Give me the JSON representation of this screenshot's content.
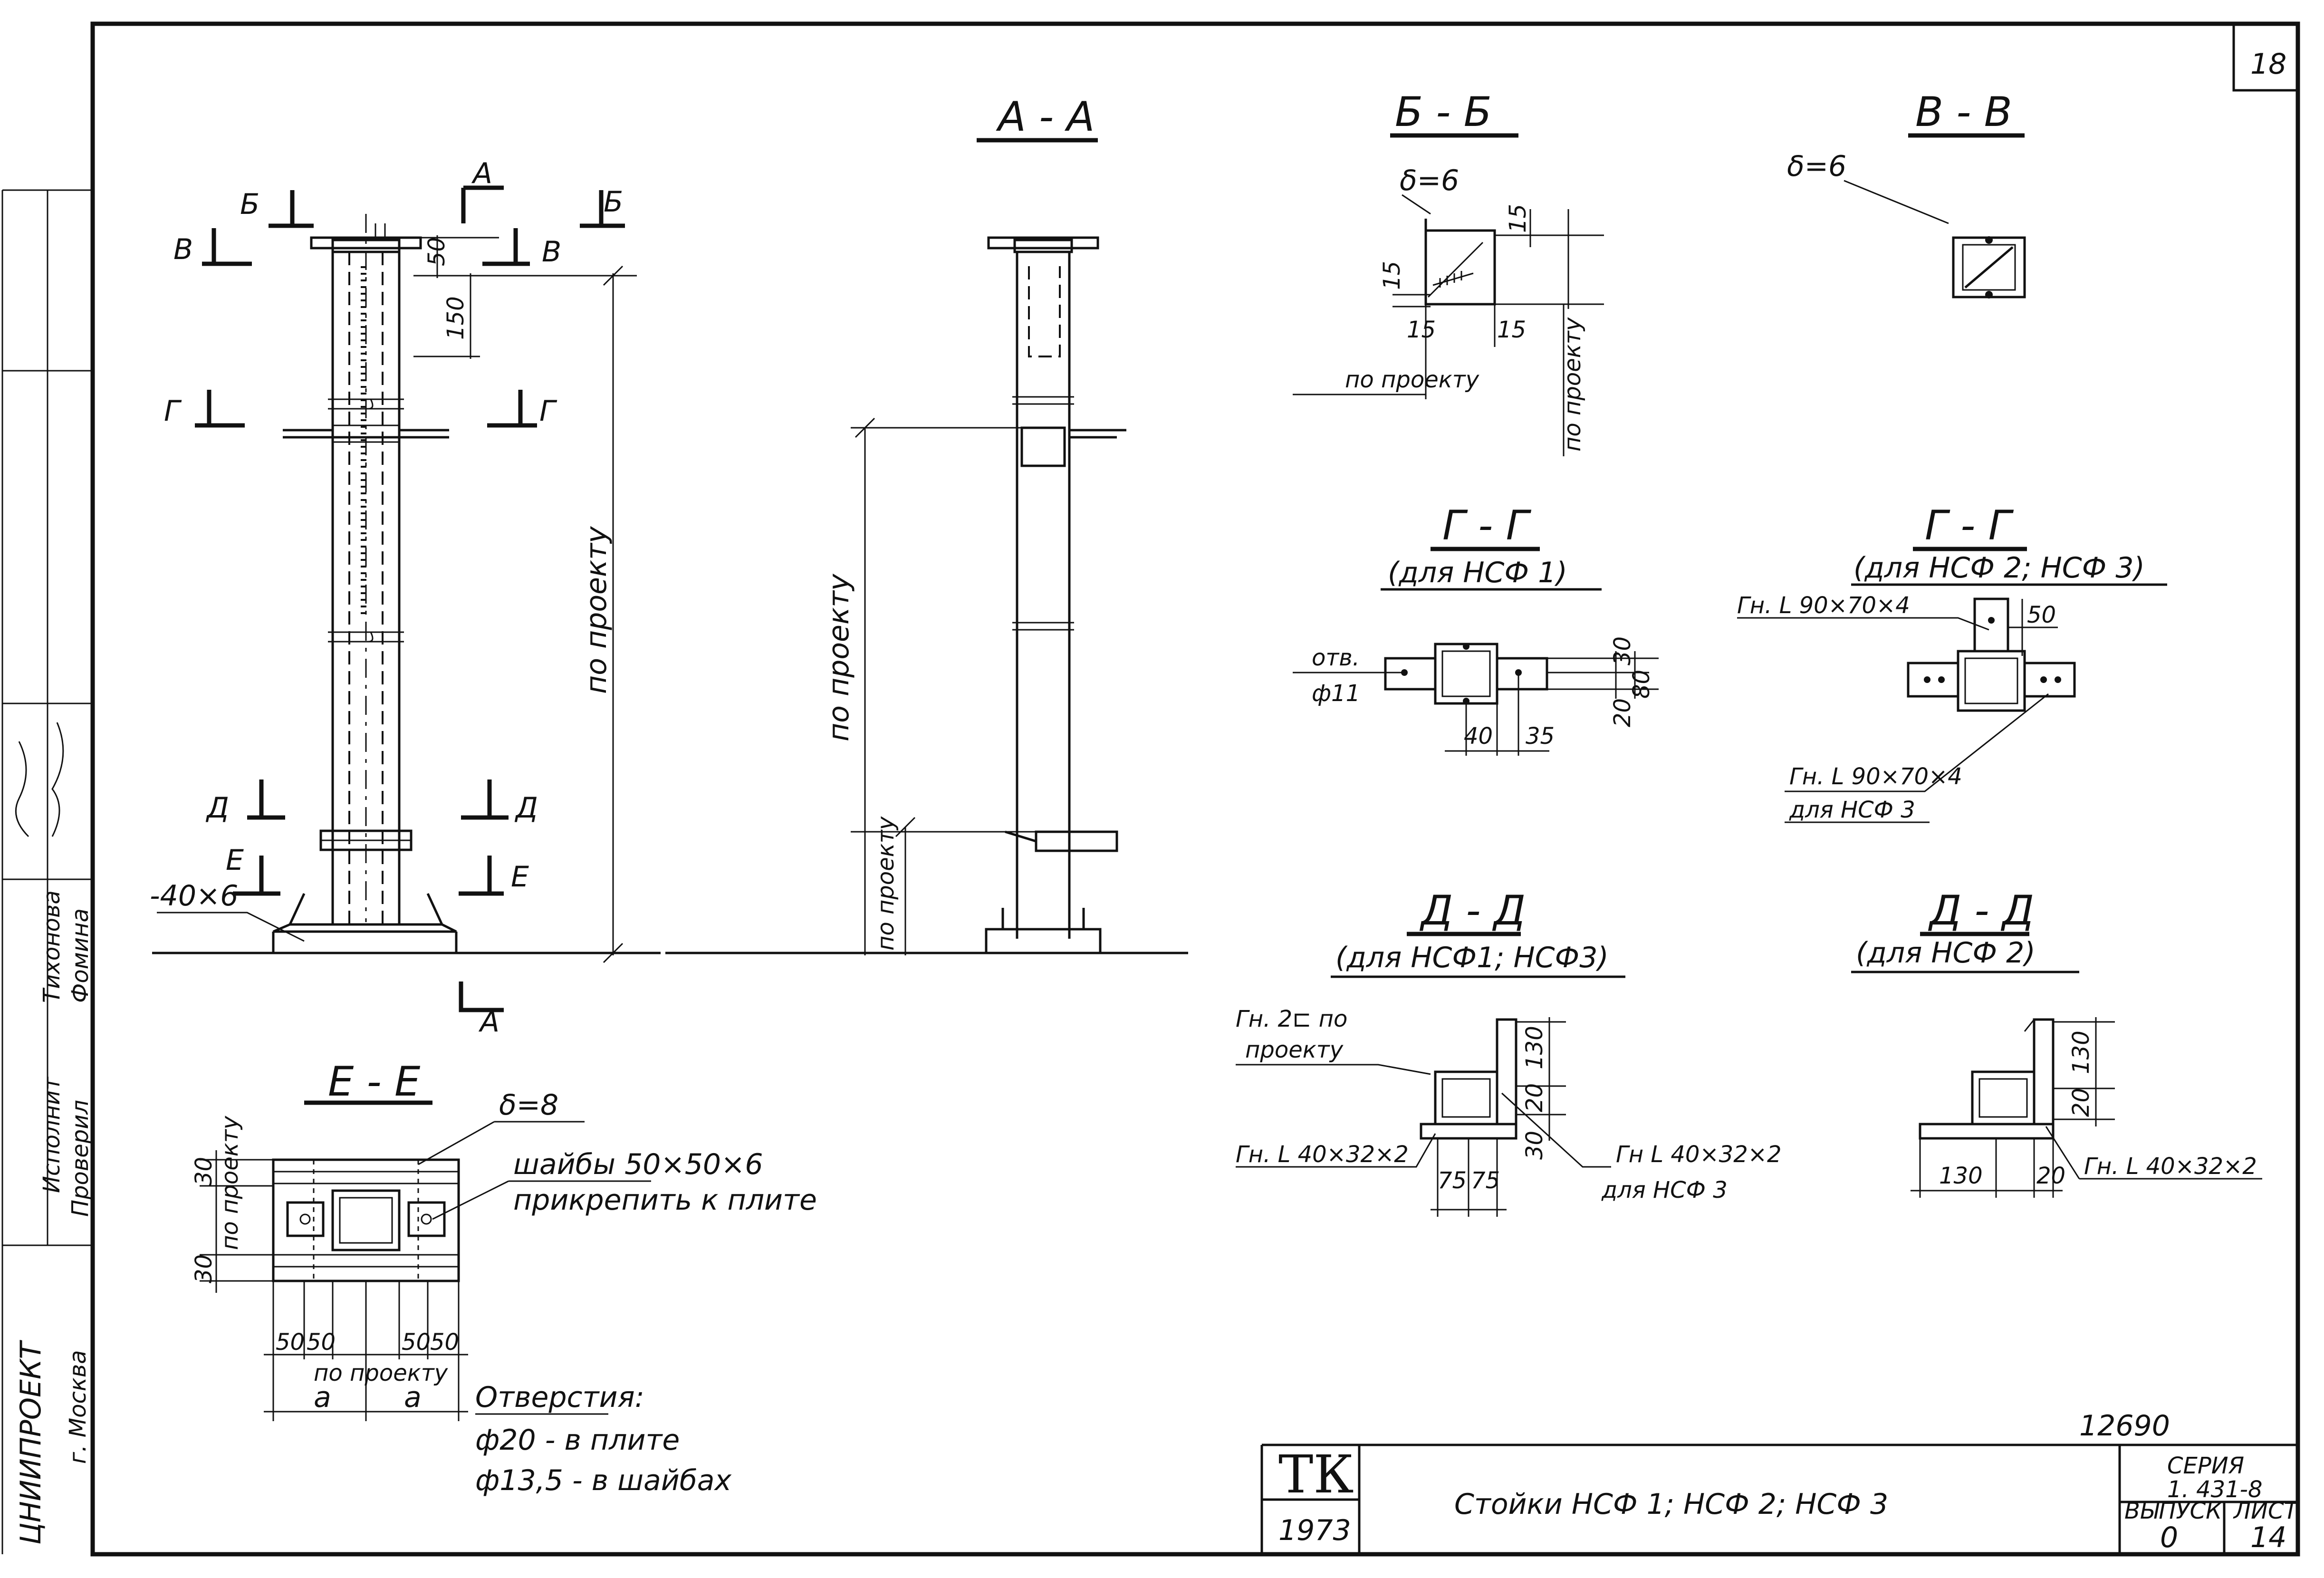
{
  "sheet_number": "18",
  "drawing_number": "12690",
  "side_stamp": {
    "org": "ЦНИИПРОЕКТ",
    "city": "г. Москва",
    "roles": [
      "Исполнит",
      "Проверил"
    ],
    "names": [
      "Тихонова",
      "Фомина"
    ]
  },
  "title_block": {
    "tk": "ТК",
    "year": "1973",
    "title": "Стойки НСФ 1; НСФ 2; НСФ 3",
    "series_label": "СЕРИЯ",
    "series_value": "1. 431-8",
    "issue_label": "ВЫПУСК",
    "issue_value": "0",
    "sheet_label": "ЛИСТ",
    "sheet_value": "14"
  },
  "elevation": {
    "cut_marks": [
      "Б",
      "В",
      "А",
      "Б",
      "В",
      "Г",
      "Г",
      "Д",
      "Д",
      "Е",
      "Е",
      "А"
    ],
    "plate_label": "-40×6",
    "dim_50": "50",
    "dim_150": "150",
    "dim_project": "по проекту"
  },
  "section_aa": {
    "title": "А - А",
    "dim_project_1": "по проекту",
    "dim_project_2": "по проекту"
  },
  "section_bb": {
    "title": "Б - Б",
    "delta": "δ=6",
    "dims": [
      "15",
      "15",
      "15",
      "15"
    ],
    "dim_project_1": "по проекту",
    "dim_project_2": "по проекту"
  },
  "section_vv": {
    "title": "В - В",
    "delta": "δ=6"
  },
  "section_gg1": {
    "title": "Г - Г",
    "subtitle": "(для НСФ 1)",
    "hole_label_1": "отв.",
    "hole_label_2": "ф11",
    "dims": [
      "30",
      "80",
      "20",
      "40",
      "35"
    ]
  },
  "section_gg23": {
    "title": "Г - Г",
    "subtitle": "(для НСФ 2; НСФ 3)",
    "angle_top": "Гн. L 90×70×4",
    "dim_50": "50",
    "angle_bottom": "Гн. L 90×70×4",
    "angle_bottom_note": "для НСФ 3"
  },
  "section_dd13": {
    "title": "Д - Д",
    "subtitle": "(для НСФ1; НСФ3)",
    "channel_1": "Гн. 2⊏ по",
    "channel_2": "проекту",
    "angle_left": "Гн. L 40×32×2",
    "angle_right": "Гн L 40×32×2",
    "angle_right_note": "для НСФ 3",
    "dims": [
      "130",
      "20",
      "30",
      "75",
      "75"
    ]
  },
  "section_dd2": {
    "title": "Д - Д",
    "subtitle": "(для НСФ 2)",
    "angle": "Гн. L 40×32×2",
    "dims": [
      "130",
      "20",
      "130",
      "20"
    ]
  },
  "section_ee": {
    "title": "Е - Е",
    "delta": "δ=8",
    "washers": "шайбы 50×50×6",
    "washers_note": "прикрепить к плите",
    "dims_left": [
      "30",
      "по проекту",
      "30"
    ],
    "dims_bottom": [
      "50",
      "50",
      "по проекту",
      "50",
      "50"
    ],
    "a1": "a",
    "a2": "a",
    "holes_title": "Отверстия:",
    "holes_1": "ф20 - в плите",
    "holes_2": "ф13,5 - в шайбах"
  }
}
